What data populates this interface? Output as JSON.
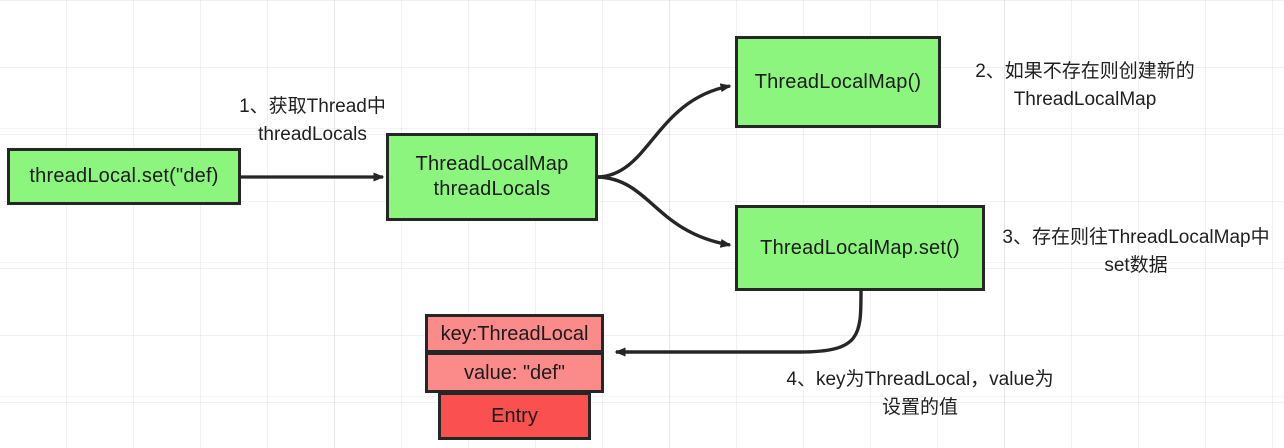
{
  "diagram": {
    "title": "ThreadLocal set flow",
    "colors": {
      "node_fill": "#8cf57e",
      "node_stroke": "#262626",
      "entry_key_fill": "#fb8a8a",
      "entry_value_fill": "#fb8a8a",
      "entry_name_fill": "#fb5050",
      "edge_stroke": "#262626",
      "grid_line": "#e8e8e8",
      "background": "#ffffff"
    },
    "nodes": [
      {
        "id": "threadlocal-set",
        "text": "threadLocal.set(\"def)"
      },
      {
        "id": "threadlocalmap-threadlocals",
        "text": "ThreadLocalMap\nthreadLocals"
      },
      {
        "id": "threadlocalmap-ctor",
        "text": "ThreadLocalMap()"
      },
      {
        "id": "threadlocalmap-set",
        "text": "ThreadLocalMap.set()"
      }
    ],
    "entry_table": {
      "key_row": "key:ThreadLocal",
      "value_row": "value: \"def\"",
      "name_row": "Entry"
    },
    "labels": [
      {
        "id": "step-1",
        "text": "1、获取Thread中\nthreadLocals"
      },
      {
        "id": "step-2",
        "text": "2、如果不存在则创建新的\nThreadLocalMap"
      },
      {
        "id": "step-3",
        "text": "3、存在则往ThreadLocalMap中\nset数据"
      },
      {
        "id": "step-4",
        "text": "4、key为ThreadLocal，value为\n设置的值"
      }
    ]
  }
}
